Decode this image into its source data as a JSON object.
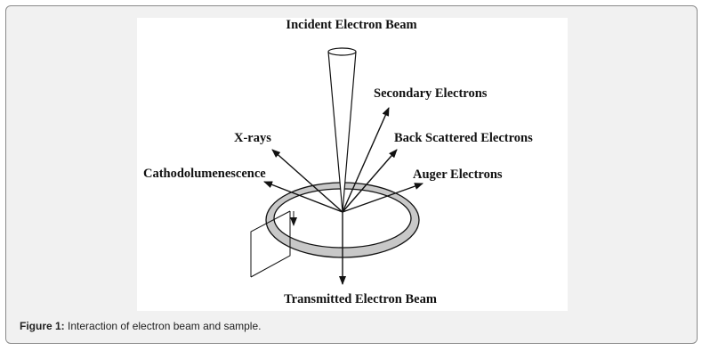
{
  "diagram": {
    "labels": {
      "incident": "Incident Electron Beam",
      "secondary": "Secondary Electrons",
      "xrays": "X-rays",
      "backscattered": "Back Scattered Electrons",
      "cathodo": "Cathodolumenescence",
      "auger": "Auger Electrons",
      "transmitted": "Transmitted Electron Beam"
    },
    "colors": {
      "ring_fill": "#c8c8c8",
      "ring_stroke": "#111111",
      "arrow": "#111111"
    }
  },
  "caption": {
    "label": "Figure 1:",
    "text": " Interaction of electron beam and sample."
  }
}
